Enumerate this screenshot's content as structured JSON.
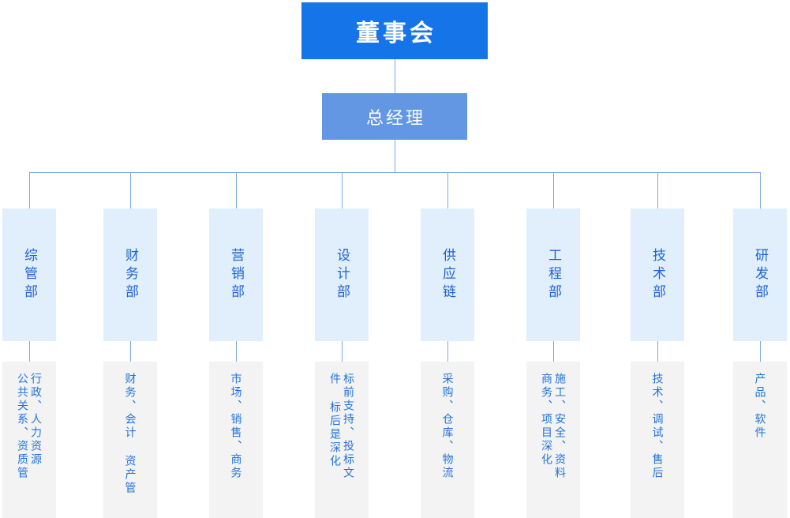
{
  "org": {
    "board": {
      "label": "董事会"
    },
    "manager": {
      "label": "总经理"
    },
    "departments": [
      {
        "name": "综管部",
        "detail": "行政、人力资源\n公共关系、资质管"
      },
      {
        "name": "财务部",
        "detail": "财务、会计 资产管"
      },
      {
        "name": "营销部",
        "detail": "市场、销售、商务"
      },
      {
        "name": "设计部",
        "detail": "标前支持、投标文\n件 标后是深化"
      },
      {
        "name": "供应链",
        "detail": "采购、仓库、物流"
      },
      {
        "name": "工程部",
        "detail": "施工、安全、资料\n商务、项目深化"
      },
      {
        "name": "技术部",
        "detail": "技术、调试、售后"
      },
      {
        "name": "研发部",
        "detail": "产品、软件"
      }
    ]
  },
  "colors": {
    "root_bg": "#1574e8",
    "manager_bg": "#6397e4",
    "dept_bg": "#e1eefc",
    "detail_bg": "#f3f3f3",
    "line": "#7da8e4",
    "dept_text": "#1c64d4",
    "detail_text": "#2273dd"
  }
}
